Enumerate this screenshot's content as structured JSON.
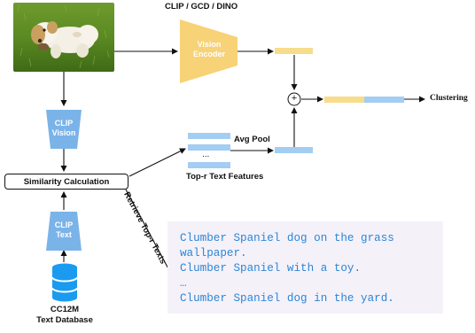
{
  "title": "CLIP / GCD / DINO",
  "vision_encoder": {
    "line1": "Vision",
    "line2": "Encoder"
  },
  "clip_vision": {
    "line1": "CLIP",
    "line2": "Vision"
  },
  "clip_text": {
    "line1": "CLIP",
    "line2": "Text"
  },
  "similarity_label": "Similarity Calculation",
  "avg_pool_label": "Avg Pool",
  "top_r_label": "Top-r Text Features",
  "ellipsis": "...",
  "plus_symbol": "+",
  "clustering_label": "Clustering",
  "retrieve_label": "Retrieve Top-r Texts",
  "database": {
    "line1": "CC12M",
    "line2": "Text Database"
  },
  "retrieved_texts": [
    "Clumber Spaniel dog on the grass",
    "wallpaper.",
    "Clumber Spaniel with a toy.",
    "…",
    "Clumber Spaniel dog in the yard."
  ],
  "colors": {
    "encoder_yellow": "#f7d276",
    "clip_blue": "#7ab3e8",
    "feature_yellow": "#f7dc8c",
    "feature_blue": "#a3cdf3",
    "text_blue": "#2b86d6",
    "text_box_bg": "#f5f1f9",
    "database_blue": "#1a9bf0"
  }
}
